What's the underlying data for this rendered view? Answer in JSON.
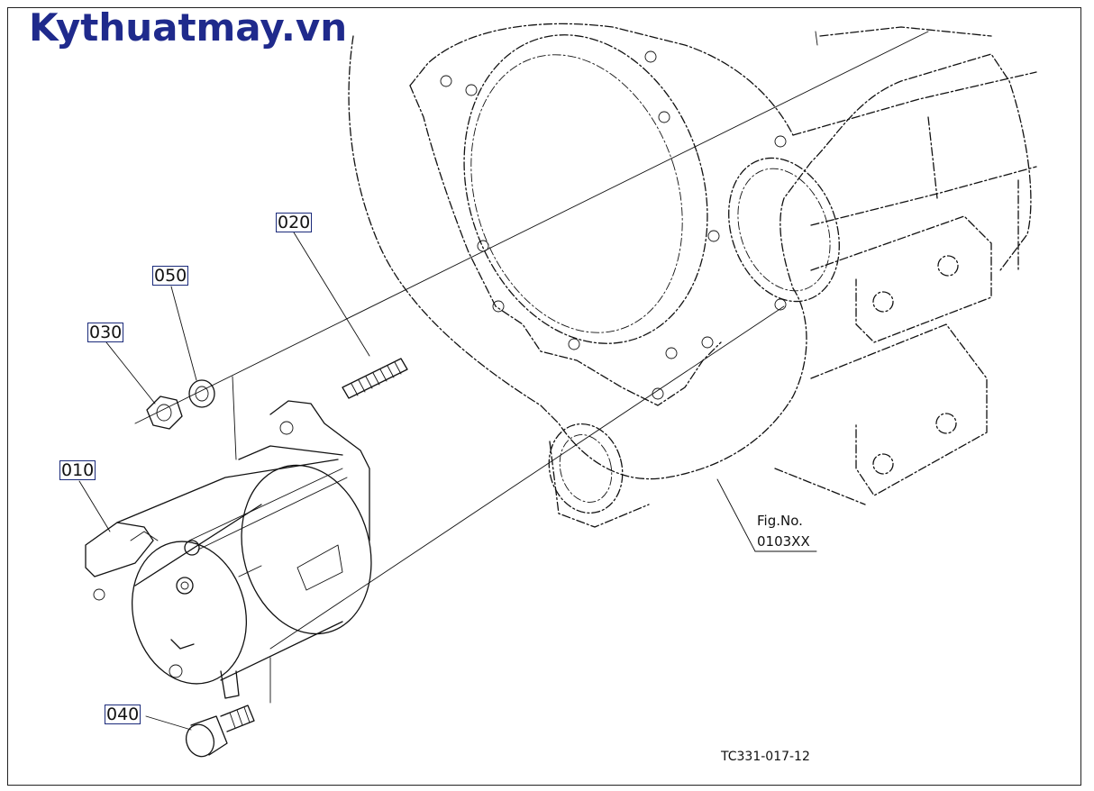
{
  "watermark": {
    "text": "Kythuatmay.vn",
    "color": "#1f2a8c"
  },
  "callouts": {
    "p010": "010",
    "p020": "020",
    "p030": "030",
    "p040": "040",
    "p050": "050"
  },
  "figure_ref": {
    "line1": "Fig.No.",
    "line2": "0103XX"
  },
  "drawing_code": "TC331-017-12",
  "colors": {
    "line": "#111111",
    "callout_border": "#1a2a7a",
    "background": "#ffffff"
  }
}
